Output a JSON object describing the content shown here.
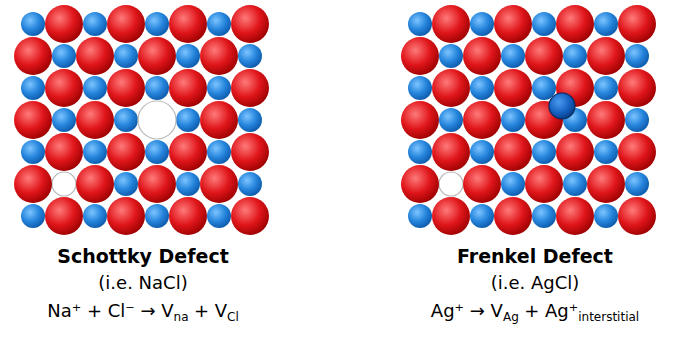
{
  "diagram": {
    "labels": [
      "Schottky Defect",
      "(i.e. NaCl)",
      "Na⁺ + Cl⁻ → V",
      "na",
      "+ V",
      "Cl",
      "Frenkel Defect",
      "(i.e. AgCl)",
      "Ag⁺ → V",
      "Ag",
      "+ Ag⁺",
      "interstitial"
    ]
  }
}
